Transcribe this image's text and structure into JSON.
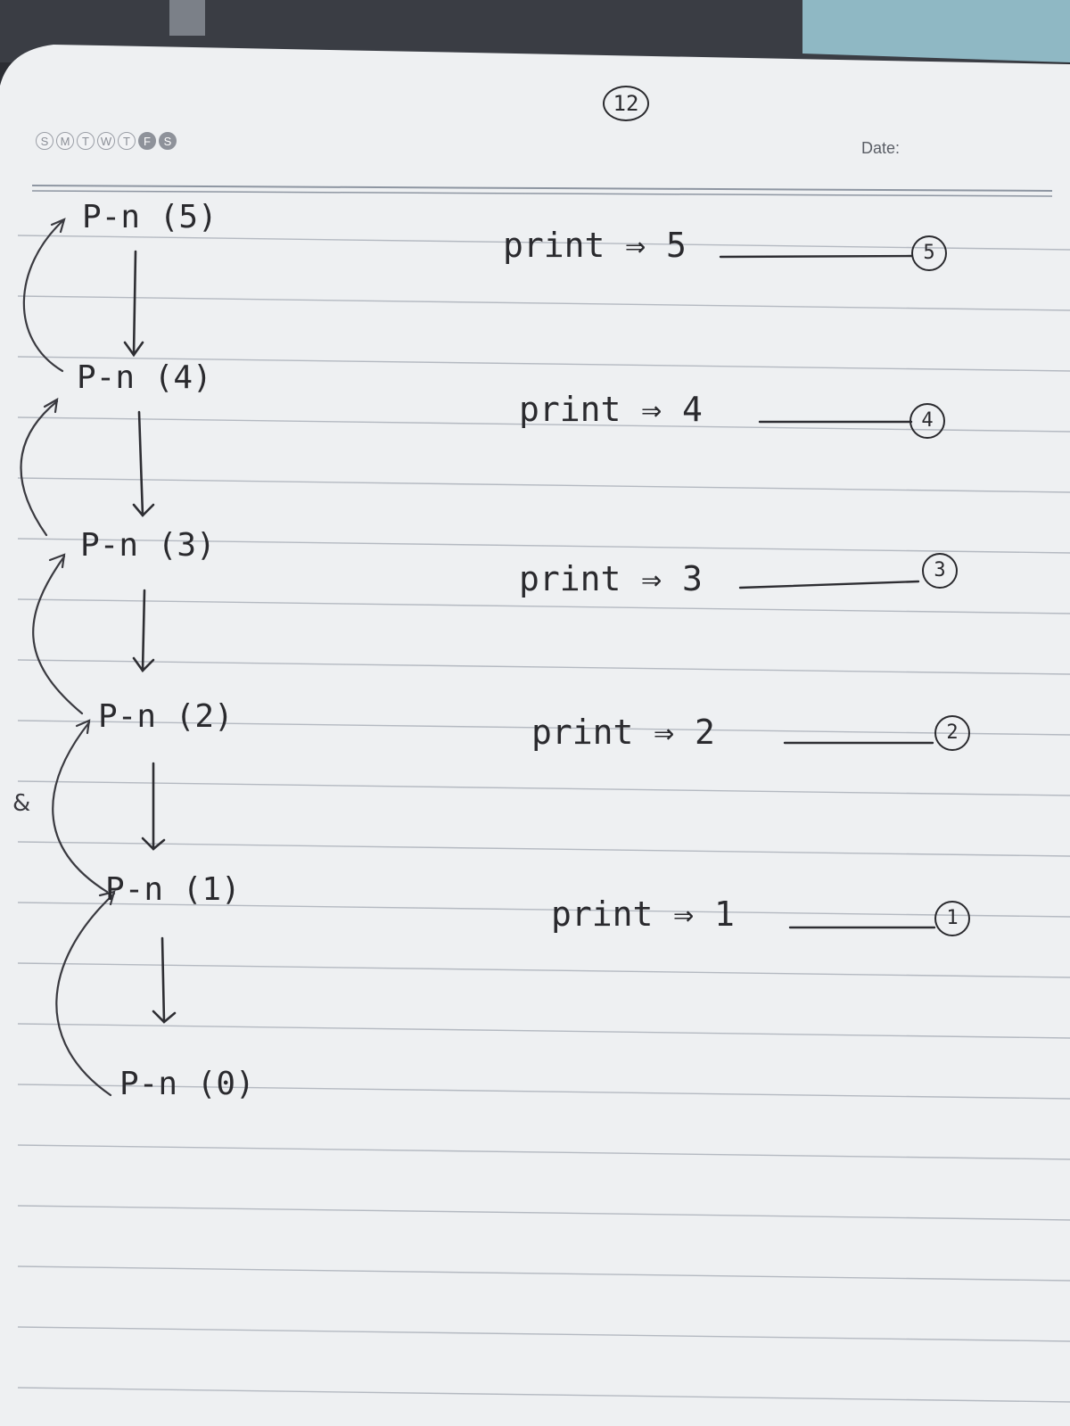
{
  "page_number": "12",
  "date_label": "Date:",
  "weekdays": [
    "S",
    "M",
    "T",
    "W",
    "T",
    "F",
    "S"
  ],
  "calls": [
    "P-n (5)",
    "P-n (4)",
    "P-n (3)",
    "P-n (2)",
    "P-n (1)",
    "P-n (0)"
  ],
  "prints": [
    {
      "text": "print ⇒ 5",
      "output": "5"
    },
    {
      "text": "print ⇒ 4",
      "output": "4"
    },
    {
      "text": "print ⇒ 3",
      "output": "3"
    },
    {
      "text": "print ⇒ 2",
      "output": "2"
    },
    {
      "text": "print ⇒ 1",
      "output": "1"
    }
  ],
  "margin_mark": "&"
}
